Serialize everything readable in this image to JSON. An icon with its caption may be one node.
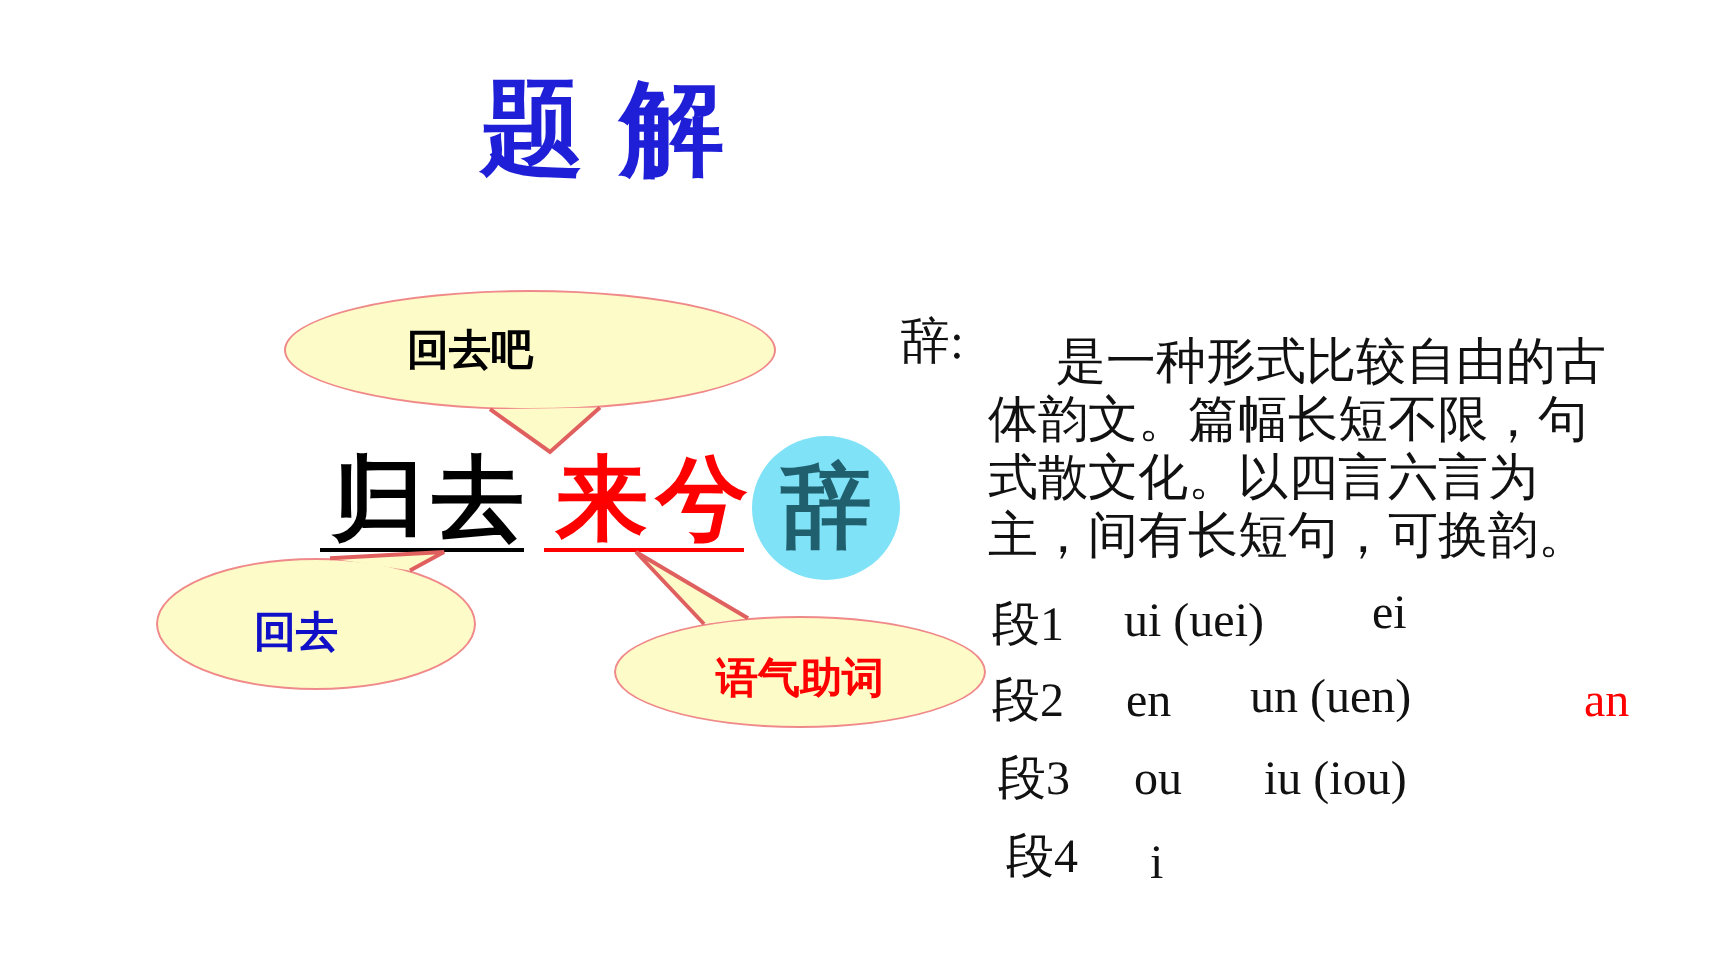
{
  "diagram": {
    "title": "题 解",
    "nodes": [
      {
        "text": [
          "回去吧"
        ]
      },
      {
        "text": [
          "归去"
        ]
      },
      {
        "text": [
          "来兮"
        ]
      },
      {
        "text": [
          "辞"
        ]
      },
      {
        "text": [
          "回去"
        ]
      },
      {
        "text": [
          "语气助词"
        ]
      }
    ],
    "edges": [
      {
        "from": 0,
        "to": 2,
        "arrow": "none"
      },
      {
        "from": 4,
        "to": 1,
        "arrow": "none"
      },
      {
        "from": 5,
        "to": 2,
        "arrow": "none"
      }
    ],
    "labels": [
      "辞:",
      "是一种形式比较自由的古体韵文。篇幅长短不限，句式散文化。以四言六言为主，间有长短句，可换韵。",
      "段1",
      "ui (uei)",
      "ei",
      "段2",
      "en",
      "un (uen)",
      "an",
      "段3",
      "ou",
      "iu (iou)",
      "段4",
      "i"
    ]
  }
}
